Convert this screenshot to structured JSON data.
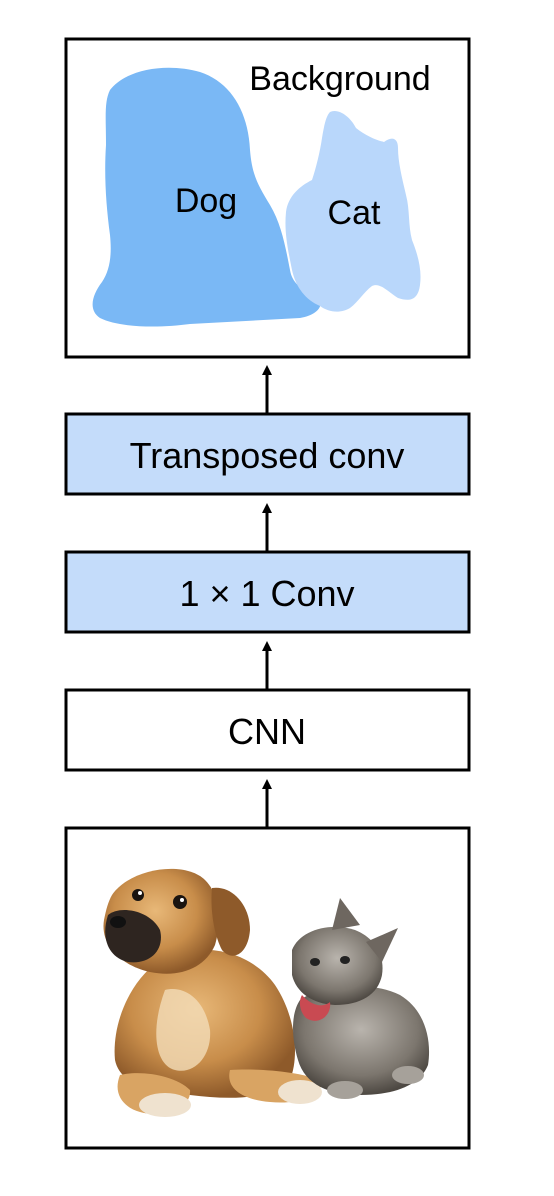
{
  "output_mask": {
    "labels": {
      "background": "Background",
      "dog": "Dog",
      "cat": "Cat"
    },
    "colors": {
      "dog": "#7ab8f5",
      "cat": "#b9d7fb"
    }
  },
  "layers": {
    "transposed_conv": "Transposed conv",
    "conv1x1": "1 × 1 Conv",
    "cnn": "CNN"
  },
  "colors": {
    "highlight_fill": "#c4dcfa",
    "stroke": "#000000"
  },
  "input_image": {
    "subjects": [
      "puppy",
      "kitten"
    ]
  }
}
